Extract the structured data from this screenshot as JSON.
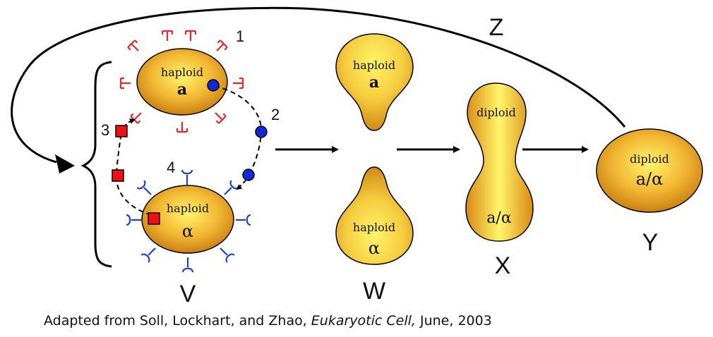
{
  "colors": {
    "cell_light": "#fff56a",
    "cell_mid": "#f2b632",
    "cell_dark": "#c2770e",
    "red_receptor": "#e8282a",
    "blue_receptor": "#1f3fd6",
    "red_marker": "#f20f0f",
    "blue_marker": "#1029d8",
    "line": "#000000"
  },
  "cells": {
    "haploid_a": {
      "ploidy": "haploid",
      "mating": "a"
    },
    "haploid_alpha": {
      "ploidy": "haploid",
      "mating": "α"
    },
    "shmoo_a": {
      "ploidy": "haploid",
      "mating": "a"
    },
    "shmoo_alpha": {
      "ploidy": "haploid",
      "mating": "α"
    },
    "dumbbell": {
      "ploidy": "diploid",
      "mating": "a/α"
    },
    "final": {
      "ploidy": "diploid",
      "mating": "a/α"
    }
  },
  "stage_labels": {
    "v": "V",
    "w": "W",
    "x": "X",
    "y": "Y",
    "z": "Z"
  },
  "numbers": {
    "n1": "1",
    "n2": "2",
    "n3": "3",
    "n4": "4"
  },
  "caption": {
    "prefix": "Adapted from Soll, Lockhart, and Zhao,",
    "journal": "Eukaryotic Cell,",
    "suffix": "June, 2003"
  }
}
